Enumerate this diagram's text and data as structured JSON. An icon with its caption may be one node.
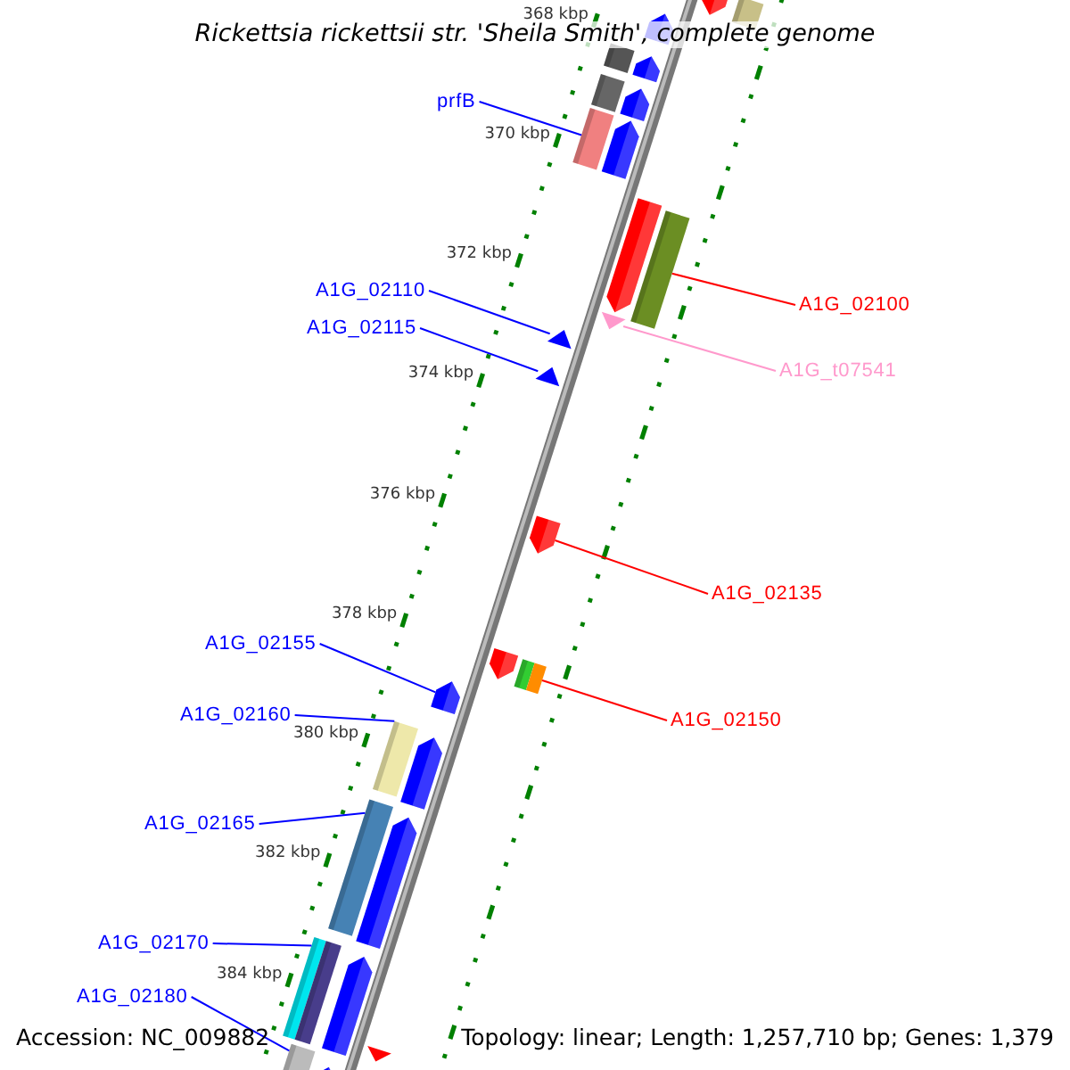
{
  "diagram": {
    "title": "Rickettsia rickettsii str. 'Sheila Smith', complete genome",
    "nodes": [
      {
        "text": [
          "prfB"
        ]
      },
      {
        "text": [
          "A1G_02110"
        ]
      },
      {
        "text": [
          "A1G_02100"
        ]
      },
      {
        "text": [
          "A1G_02115"
        ]
      },
      {
        "text": [
          "A1G_t07541"
        ]
      },
      {
        "text": [
          "A1G_02135"
        ]
      },
      {
        "text": [
          "A1G_02155"
        ]
      },
      {
        "text": [
          "A1G_02160"
        ]
      },
      {
        "text": [
          "A1G_02150"
        ]
      },
      {
        "text": [
          "A1G_02165"
        ]
      },
      {
        "text": [
          "A1G_02170"
        ]
      },
      {
        "text": [
          "A1G_02180"
        ]
      },
      {
        "text": [],
        "shape": "pentagon"
      },
      {
        "text": [],
        "shape": "bar"
      },
      {
        "text": [],
        "shape": "pentagon"
      },
      {
        "text": [],
        "shape": "bar"
      },
      {
        "text": [],
        "shape": "pentagon"
      },
      {
        "text": [],
        "shape": "bar"
      },
      {
        "text": [],
        "shape": "pentagon"
      },
      {
        "text": [],
        "shape": "bar"
      },
      {
        "text": [],
        "shape": "pentagon"
      },
      {
        "text": [],
        "shape": "pentagon"
      },
      {
        "text": [],
        "shape": "bar"
      },
      {
        "text": [],
        "shape": "triangle"
      },
      {
        "text": [],
        "shape": "triangle"
      },
      {
        "text": [],
        "shape": "triangle"
      },
      {
        "text": [],
        "shape": "pentagon"
      },
      {
        "text": [],
        "shape": "pentagon"
      },
      {
        "text": [],
        "shape": "bar"
      },
      {
        "text": [],
        "shape": "pentagon"
      },
      {
        "text": [],
        "shape": "bar"
      },
      {
        "text": [],
        "shape": "pentagon"
      },
      {
        "text": [],
        "shape": "bar"
      },
      {
        "text": [],
        "shape": "pentagon"
      },
      {
        "text": [],
        "shape": "bar"
      },
      {
        "text": [],
        "shape": "bar"
      },
      {
        "text": [],
        "shape": "pentagon"
      },
      {
        "text": [],
        "shape": "bar"
      },
      {
        "text": [],
        "shape": "pentagon"
      },
      {
        "text": [],
        "shape": "triangle"
      }
    ],
    "edges": [
      {
        "from": 0,
        "to": 19,
        "arrow": "none"
      },
      {
        "from": 1,
        "to": 24,
        "arrow": "none"
      },
      {
        "from": 2,
        "to": 22,
        "arrow": "none",
        "color": "#ff0000"
      },
      {
        "from": 3,
        "to": 25,
        "arrow": "none"
      },
      {
        "from": 4,
        "to": 23,
        "arrow": "none",
        "color": "#ff99cc"
      },
      {
        "from": 5,
        "to": 26,
        "arrow": "none",
        "color": "#ff0000"
      },
      {
        "from": 6,
        "to": 29,
        "arrow": "none"
      },
      {
        "from": 7,
        "to": 30,
        "arrow": "none"
      },
      {
        "from": 8,
        "to": 28,
        "arrow": "none",
        "color": "#ff0000"
      },
      {
        "from": 9,
        "to": 32,
        "arrow": "none"
      },
      {
        "from": 10,
        "to": 34,
        "arrow": "none"
      },
      {
        "from": 11,
        "to": 37,
        "arrow": "none"
      }
    ],
    "labels": [
      "368 kbp",
      "370 kbp",
      "372 kbp",
      "374 kbp",
      "376 kbp",
      "378 kbp",
      "380 kbp",
      "382 kbp",
      "384 kbp",
      "Accession: NC_009882",
      "Topology: linear; Length: 1,257,710 bp; Genes: 1,379"
    ]
  }
}
